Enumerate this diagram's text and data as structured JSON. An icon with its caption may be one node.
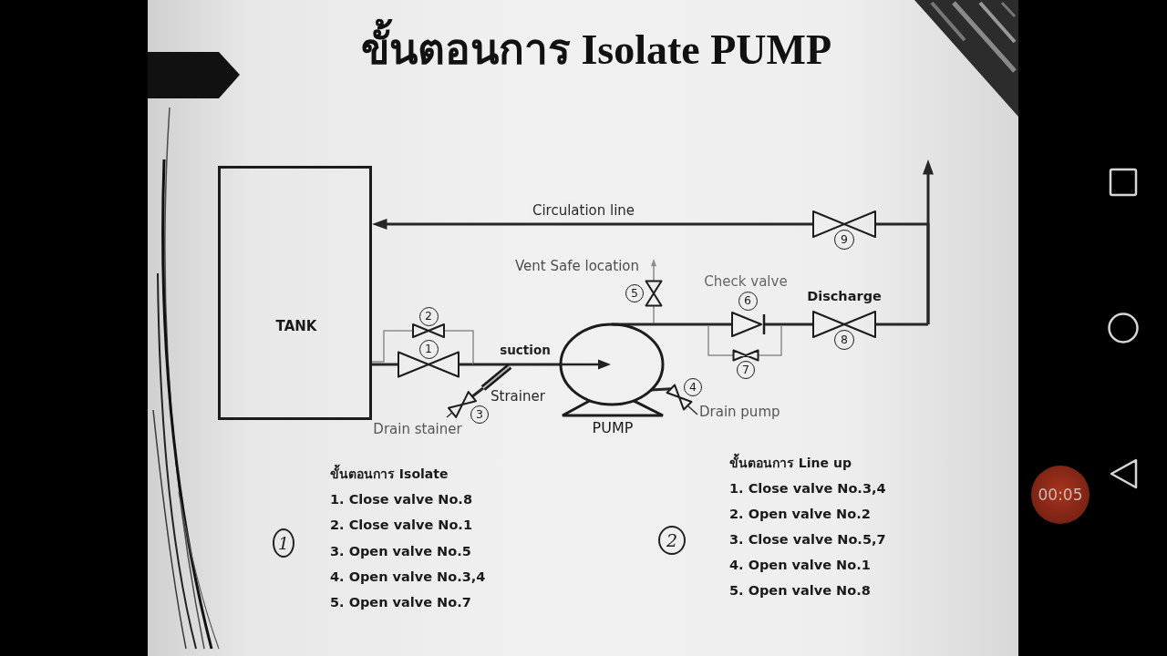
{
  "diagram": {
    "title": "ขั้นตอนการ Isolate PUMP",
    "nodes": [
      {
        "text": [
          "TANK"
        ]
      },
      {
        "text": [
          "1"
        ]
      },
      {
        "text": [
          "2"
        ]
      },
      {
        "text": [],
        "shape": "bar",
        "beside": [
          "Strainer"
        ]
      },
      {
        "text": [
          "3"
        ],
        "beside": [
          "Drain stainer"
        ]
      },
      {
        "text": [
          "PUMP"
        ]
      },
      {
        "text": [
          "4"
        ],
        "beside": [
          "Drain pump"
        ]
      },
      {
        "text": [
          "Vent Safe location"
        ]
      },
      {
        "text": [
          "5"
        ]
      },
      {
        "text": [
          "6"
        ],
        "beside": [
          "Check valve"
        ]
      },
      {
        "text": [
          "7"
        ]
      },
      {
        "text": [
          "8"
        ],
        "beside": [
          "Discharge"
        ]
      },
      {
        "text": [
          "9"
        ]
      }
    ],
    "edges": [
      {
        "from": 0,
        "to": 1,
        "arrow": "none"
      },
      {
        "from": 0,
        "to": 2,
        "arrow": "none",
        "color": "#8c8c8c"
      },
      {
        "from": 1,
        "to": 3,
        "arrow": "none"
      },
      {
        "from": 2,
        "to": 3,
        "arrow": "none",
        "color": "#8c8c8c"
      },
      {
        "from": 3,
        "to": 5,
        "arrow": "none",
        "label": "suction"
      },
      {
        "from": 3,
        "to": 4,
        "arrow": "none"
      },
      {
        "from": 5,
        "to": 6,
        "arrow": "none"
      },
      {
        "from": null,
        "to": 8,
        "arrow": "none",
        "color": "#8c8c8c"
      },
      {
        "from": 8,
        "to": 7,
        "arrow": "to",
        "color": "#8c8c8c"
      },
      {
        "from": 5,
        "to": 9,
        "arrow": "none"
      },
      {
        "from": null,
        "to": 10,
        "arrow": "none",
        "color": "#8c8c8c"
      },
      {
        "from": 9,
        "to": 11,
        "arrow": "none"
      },
      {
        "from": 10,
        "to": null,
        "arrow": "none",
        "color": "#8c8c8c"
      },
      {
        "from": 11,
        "to": 12,
        "arrow": "none"
      },
      {
        "from": 11,
        "to": null,
        "arrow": "to"
      },
      {
        "from": 12,
        "to": 0,
        "arrow": "to",
        "label": "Circulation line"
      }
    ],
    "labels": [
      "ขั้นตอนการ Isolate",
      "1. Close valve No.8",
      "2. Close valve No.1",
      "3. Open valve No.5",
      "4. Open valve No.3,4",
      "5. Open valve No.7",
      "1",
      "ขั้นตอนการ Line up",
      "1. Close valve No.3,4",
      "2. Open valve No.2",
      "3. Close valve No.5,7",
      "4. Open valve No.1",
      "5. Open valve No.8",
      "2",
      "00:05"
    ]
  }
}
